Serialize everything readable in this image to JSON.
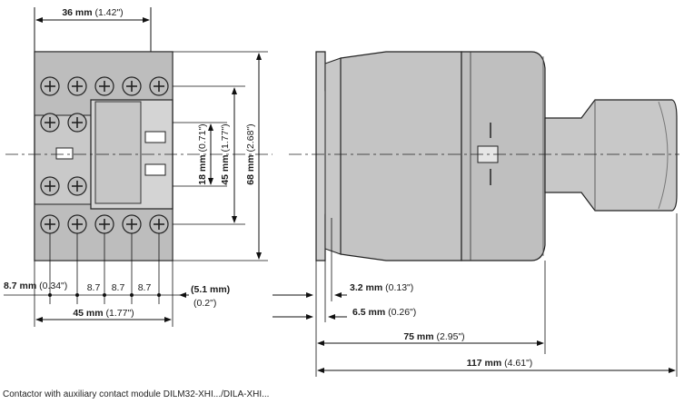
{
  "caption": "Contactor with auxiliary contact module DILM32-XHI.../DILA-XHI...",
  "dimensions": {
    "width_top_mm": "36 mm",
    "width_top_in": "(1.42\")",
    "height_inner_mm": "18 mm",
    "height_inner_in": "(0.71\")",
    "height_mid_mm": "45 mm",
    "height_mid_in": "(1.77\")",
    "height_total_mm": "68 mm",
    "height_total_in": "(2.68\")",
    "pitch_first_mm": "8.7 mm",
    "pitch_first_in": "(0.34\")",
    "pitch_values": [
      "8.7",
      "8.7",
      "8.7"
    ],
    "edge_mm": "(5.1 mm)",
    "edge_in": "(0.2\")",
    "width_bottom_mm": "45 mm",
    "width_bottom_in": "(1.77\")",
    "side_a_mm": "3.2 mm",
    "side_a_in": "(0.13\")",
    "side_b_mm": "6.5 mm",
    "side_b_in": "(0.26\")",
    "depth_body_mm": "75 mm",
    "depth_body_in": "(2.95\")",
    "depth_total_mm": "117 mm",
    "depth_total_in": "(4.61\")"
  }
}
